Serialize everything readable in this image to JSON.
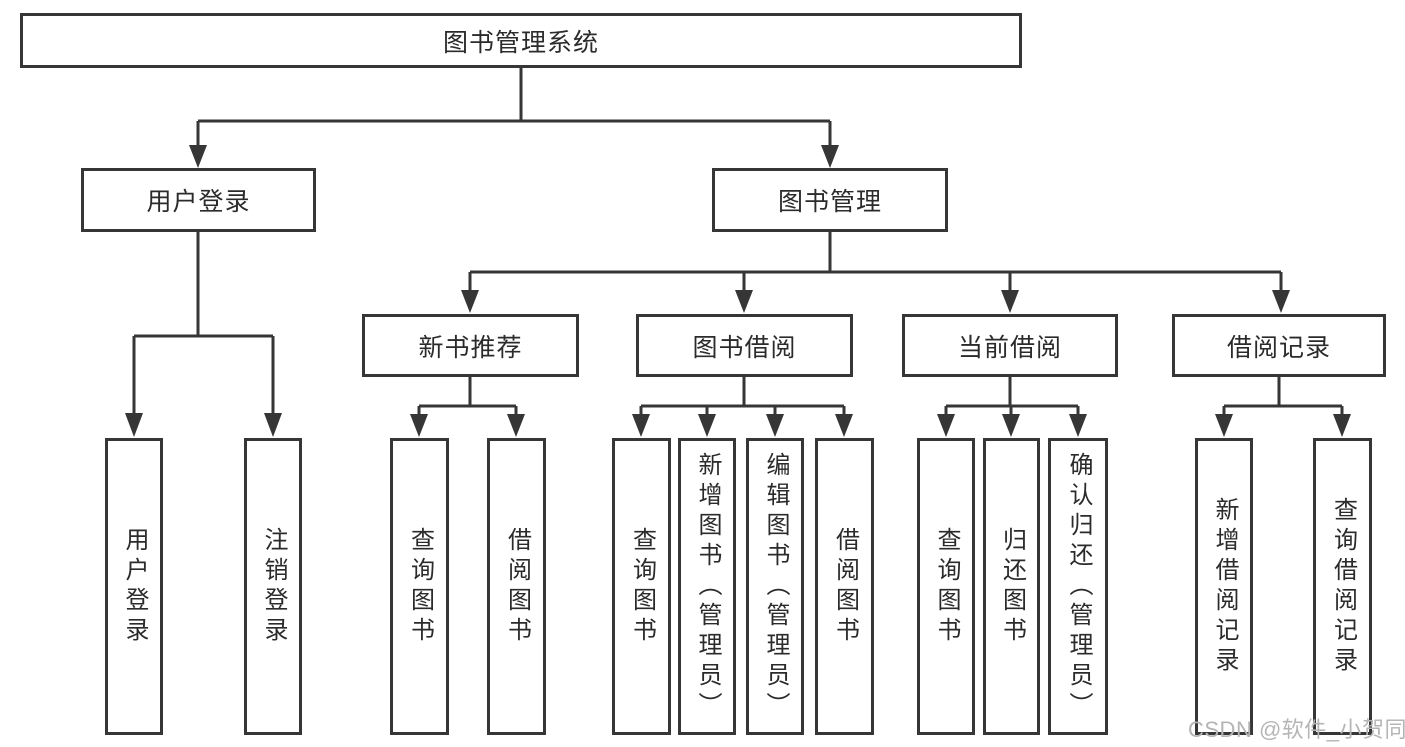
{
  "nodes": {
    "root": "图书管理系统",
    "user_login": "用户登录",
    "book_management": "图书管理",
    "new_book_recommend": "新书推荐",
    "book_borrowing": "图书借阅",
    "current_borrowing": "当前借阅",
    "borrowing_records": "借阅记录",
    "leaf_user_login": "用户登录",
    "leaf_logout": "注销登录",
    "leaf_query_book_1": "查询图书",
    "leaf_borrow_book_1": "借阅图书",
    "leaf_query_book_2": "查询图书",
    "leaf_add_book_admin": "新增图书（管理员）",
    "leaf_edit_book_admin": "编辑图书（管理员）",
    "leaf_borrow_book_2": "借阅图书",
    "leaf_query_book_3": "查询图书",
    "leaf_return_book": "归还图书",
    "leaf_confirm_return_admin": "确认归还（管理员）",
    "leaf_add_borrow_record": "新增借阅记录",
    "leaf_query_borrow_record": "查询借阅记录"
  },
  "watermark": "CSDN @软件_小贺同学",
  "colors": {
    "line": "#363636",
    "text": "#2b2b2b",
    "watermark": "#b5b5b5",
    "background": "#ffffff"
  }
}
